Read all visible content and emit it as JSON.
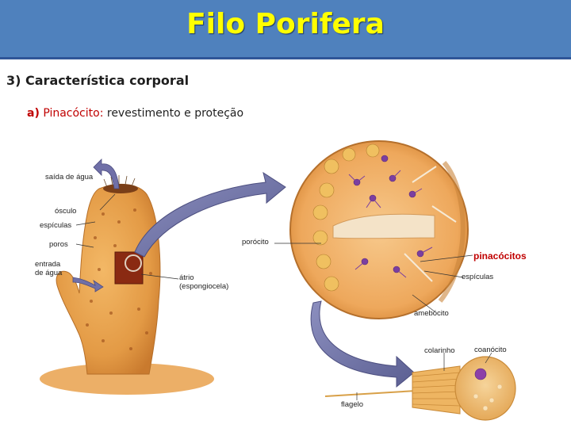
{
  "header": {
    "title": "Filo Porifera"
  },
  "section": {
    "title": "3) Característica corporal"
  },
  "item": {
    "letter": "a)",
    "term": "Pinacócito:",
    "description": "revestimento e proteção"
  },
  "labels": {
    "saida_agua": "saída de água",
    "osculo": "ósculo",
    "espiculas_left": "espículas",
    "poros": "poros",
    "entrada_agua_1": "entrada",
    "entrada_agua_2": "de água",
    "porocito": "porócito",
    "pinacocitos": "pinacócitos",
    "atrio_1": "átrio",
    "atrio_2": "(espongiocela)",
    "espiculas_right": "espículas",
    "amebocito": "amebócito",
    "colarinho": "colarinho",
    "coanocito": "coanócito",
    "flagelo": "flagelo"
  },
  "colors": {
    "header_bg": "#4f81bd",
    "title": "#ffff00",
    "accent_red": "#c00000",
    "sponge": "#e8a04c",
    "arrow": "#6b6fa0"
  }
}
